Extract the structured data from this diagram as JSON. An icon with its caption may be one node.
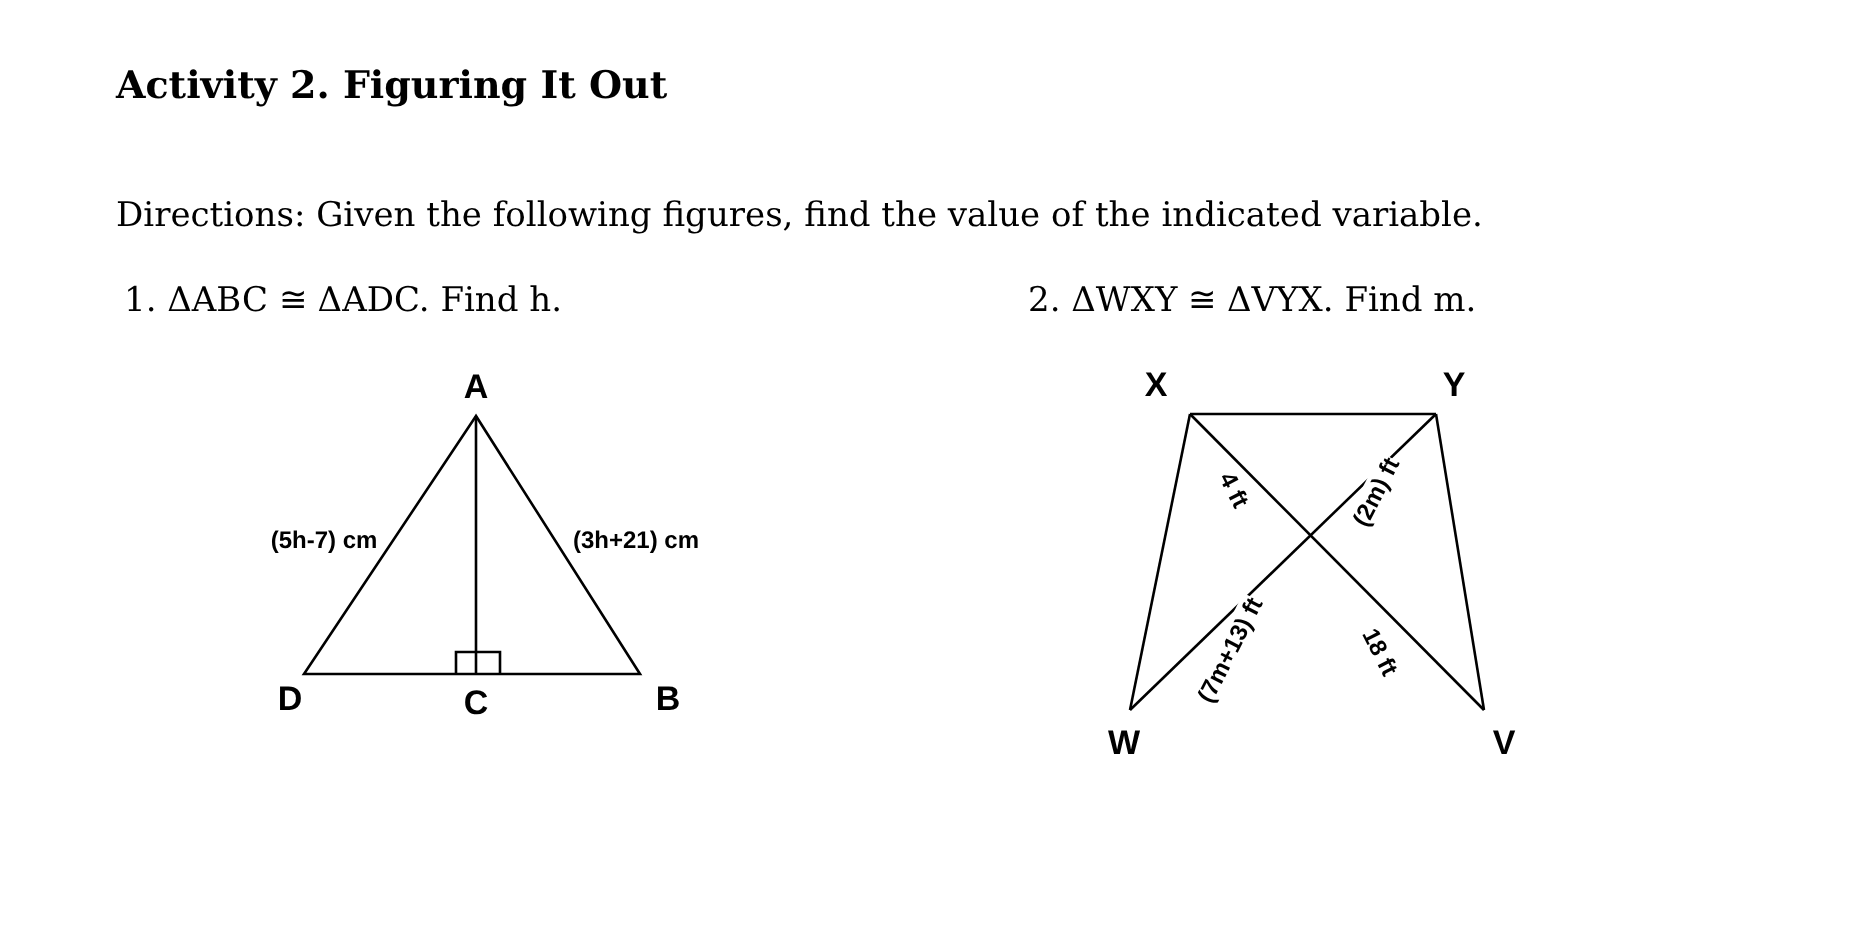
{
  "diagram": {
    "title": "Activity 2. Figuring It Out",
    "labels": [
      "Directions: Given the following figures, find the value of the indicated variable.",
      "1. ΔABC ≅ ΔADC. Find h.",
      "2. ΔWXY ≅ ΔVYX. Find m.",
      "A",
      "X",
      "Y",
      "4 ft",
      "(2m) ft",
      "(5h-7) cm",
      "(3h+21) cm",
      "(7m+13) ft",
      "18 ft",
      "D",
      "C",
      "B",
      "W",
      "V"
    ]
  }
}
